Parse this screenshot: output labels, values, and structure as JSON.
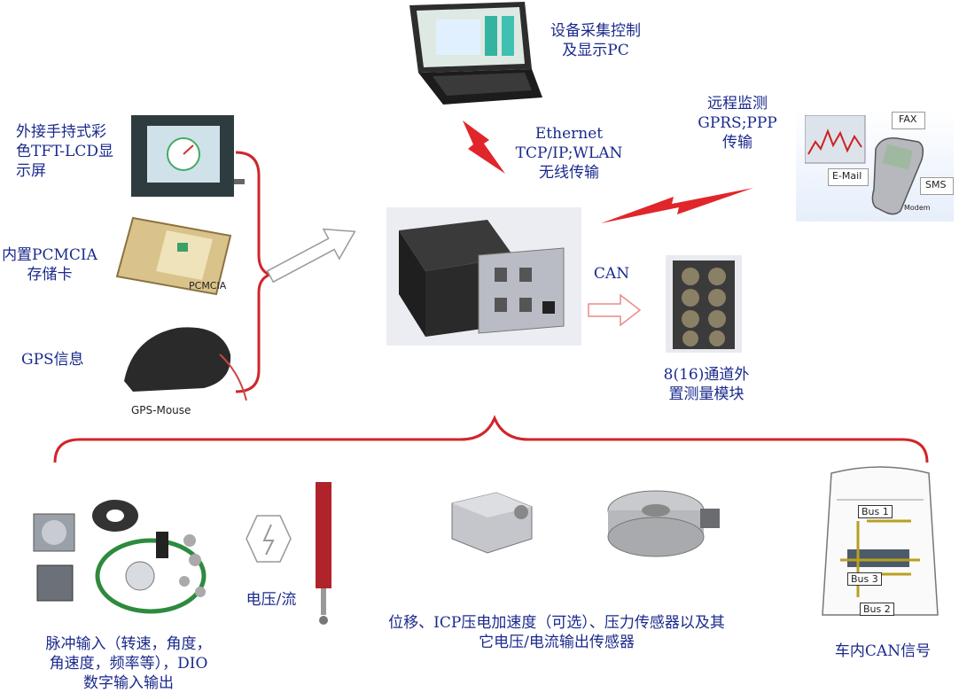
{
  "labels": {
    "pc": "设备采集控制\n及显示PC",
    "ethernet": "Ethernet\nTCP/IP;WLAN\n无线传输",
    "remote": "远程监测\nGPRS;PPP\n传输",
    "tft": "外接手持式彩\n色TFT-LCD显\n示屏",
    "pcmcia": "内置PCMCIA\n存储卡",
    "gps": "GPS信息",
    "can": "CAN",
    "module": "8(16)通道外\n置测量模块",
    "pulse": "脉冲输入（转速，角度，\n角速度，频率等），DIO\n数字输入输出",
    "voltage": "电压/流",
    "sensors": "位移、ICP压电加速度（可选）、压力传感器以及其\n它电压/电流输出传感器",
    "can_signal": "车内CAN信号"
  },
  "image_text": {
    "pcmcia_card": "PCMCIA",
    "gps_mouse": "GPS-Mouse",
    "fax": "FAX",
    "email": "E-Mail",
    "sms": "SMS",
    "modem": "Modem",
    "bus1": "Bus 1",
    "bus2": "Bus 2",
    "bus3": "Bus 3"
  },
  "colors": {
    "label": "#1a2a8c",
    "bracket": "#d0262a",
    "lightning": "#e0262a"
  },
  "icons": [
    "laptop-icon",
    "lightning-icon",
    "tft-display-icon",
    "pcmcia-card-icon",
    "gps-mouse-icon",
    "daq-unit-icon",
    "can-module-icon",
    "phone-icon",
    "encoder-icon",
    "voltage-symbol-icon",
    "displacement-sensor-icon",
    "accelerometer-icon",
    "load-cell-icon",
    "car-can-icon"
  ]
}
